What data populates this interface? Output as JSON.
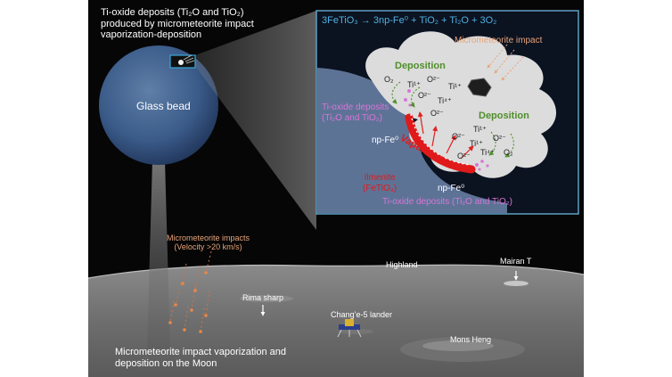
{
  "figure": {
    "intro_caption": [
      "Ti-oxide deposits (Ti₂O and TiO₂)",
      "produced by micrometeorite impact",
      "vaporization-deposition"
    ],
    "glass_bead_label": "Glass bead",
    "reaction_equation": "3FeTiO₃ → 3np-Fe⁰ + TiO₂ + Ti₂O + 3O₂",
    "inset": {
      "impact_label": "Micrometeorite impact",
      "deposition_label_1": "Deposition",
      "deposition_label_2": "Deposition",
      "vaporization_label": "Vaporization",
      "deposits_label_left": [
        "Ti-oxide deposits",
        "(Ti₂O and TiO₂)"
      ],
      "deposits_label_bottom": "Ti-oxide deposits (Ti₂O and TiO₂)",
      "npfe_label_1": "np-Fe⁰",
      "npfe_label_2": "np-Fe⁰",
      "ilmenite_label": [
        "Ilmenite",
        "(FeTiO₃)"
      ],
      "species_1": [
        "O₂",
        "Ti¹⁺",
        "O²⁻",
        "Ti¹⁺",
        "O²⁻",
        "Ti⁴⁺",
        "O²⁻"
      ],
      "species_2": [
        "Ti¹⁺",
        "O²⁻",
        "Ti¹⁺",
        "O²⁻",
        "Ti⁴⁺",
        "O²⁻",
        "O₂"
      ]
    },
    "impacts_label": [
      "Micrometeorite impacts",
      "(Velocity >20 km/s)"
    ],
    "highland_label": "Highland",
    "mairan_label": "Mairan T",
    "rima_label": "Rima sharp",
    "lander_label": "Chang’e-5 lander",
    "mons_label": "Mons Heng",
    "bottom_caption": [
      "Micrometeorite impact vaporization and",
      "deposition on the Moon"
    ]
  }
}
